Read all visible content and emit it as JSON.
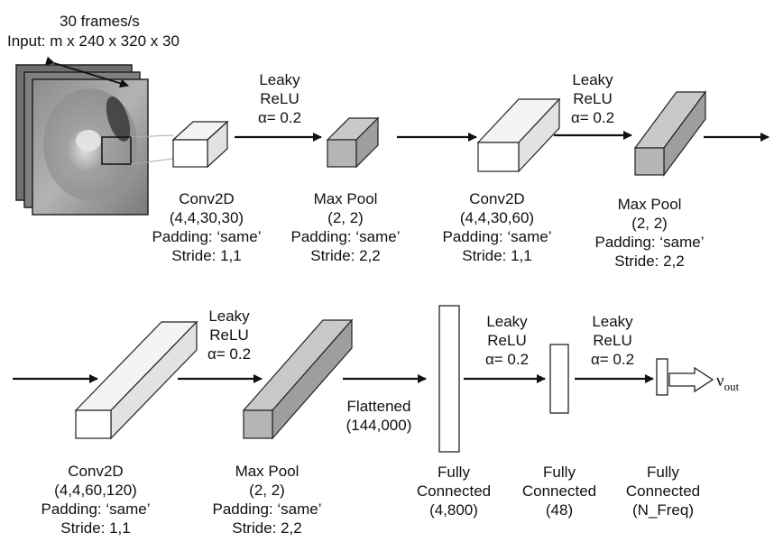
{
  "input": {
    "rate": "30 frames/s",
    "shape": "Input: m x 240 x 320 x 30"
  },
  "activations": [
    {
      "line1": "Leaky",
      "line2": "ReLU",
      "alpha": "α= 0.2"
    },
    {
      "line1": "Leaky",
      "line2": "ReLU",
      "alpha": "α= 0.2"
    },
    {
      "line1": "Leaky",
      "line2": "ReLU",
      "alpha": "α= 0.2"
    },
    {
      "line1": "Leaky",
      "line2": "ReLU",
      "alpha": "α= 0.2"
    },
    {
      "line1": "Leaky",
      "line2": "ReLU",
      "alpha": "α= 0.2"
    }
  ],
  "layers": [
    {
      "name": "Conv2D",
      "params": "(4,4,30,30)",
      "padding": "Padding: ‘same’",
      "stride": "Stride: 1,1"
    },
    {
      "name": "Max Pool",
      "params": "(2, 2)",
      "padding": "Padding: ‘same’",
      "stride": "Stride: 2,2"
    },
    {
      "name": "Conv2D",
      "params": "(4,4,30,60)",
      "padding": "Padding: ‘same’",
      "stride": "Stride: 1,1"
    },
    {
      "name": "Max Pool",
      "params": "(2, 2)",
      "padding": "Padding: ‘same’",
      "stride": "Stride: 2,2"
    },
    {
      "name": "Conv2D",
      "params": "(4,4,60,120)",
      "padding": "Padding: ‘same’",
      "stride": "Stride: 1,1"
    },
    {
      "name": "Max Pool",
      "params": "(2, 2)",
      "padding": "Padding: ‘same’",
      "stride": "Stride: 2,2"
    }
  ],
  "flatten": {
    "label": "Flattened",
    "size": "(144,000)"
  },
  "dense": [
    {
      "line1": "Fully",
      "line2": "Connected",
      "size": "(4,800)"
    },
    {
      "line1": "Fully",
      "line2": "Connected",
      "size": "(48)"
    },
    {
      "line1": "Fully",
      "line2": "Connected",
      "size": "(N_Freq)"
    }
  ],
  "output": {
    "symbol": "ν",
    "subscript": "out"
  },
  "colors": {
    "conv_face": "#ffffff",
    "pool_face": "#b5b5b5",
    "edge": "#222222",
    "frame_gray": "#9a9a9a"
  }
}
